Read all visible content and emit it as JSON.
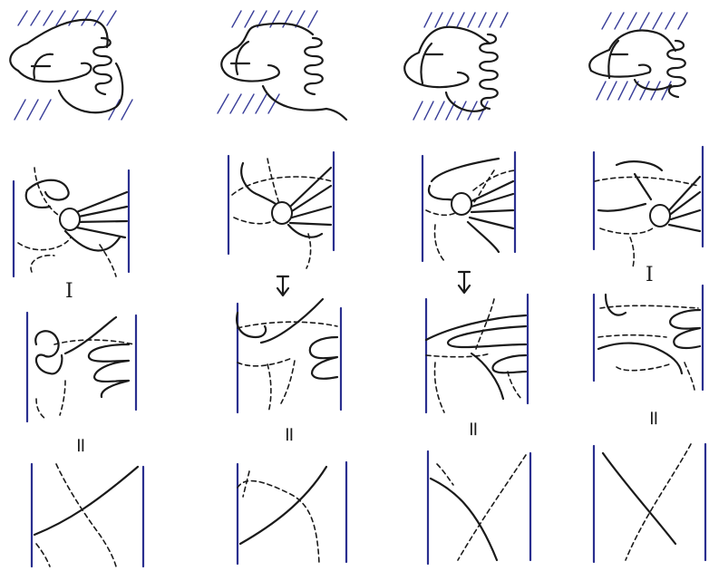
{
  "colors": {
    "ink": "#1a1a1a",
    "wall": "#2a2f8f",
    "hatch": "#3a3f9a"
  },
  "relations": {
    "isotopy_symbol": "I",
    "equality_symbol": "="
  },
  "columns": [
    {
      "id": 1,
      "arrow_style": "I"
    },
    {
      "id": 2,
      "arrow_style": "arrow"
    },
    {
      "id": 3,
      "arrow_style": "arrow"
    },
    {
      "id": 4,
      "arrow_style": "I"
    }
  ]
}
